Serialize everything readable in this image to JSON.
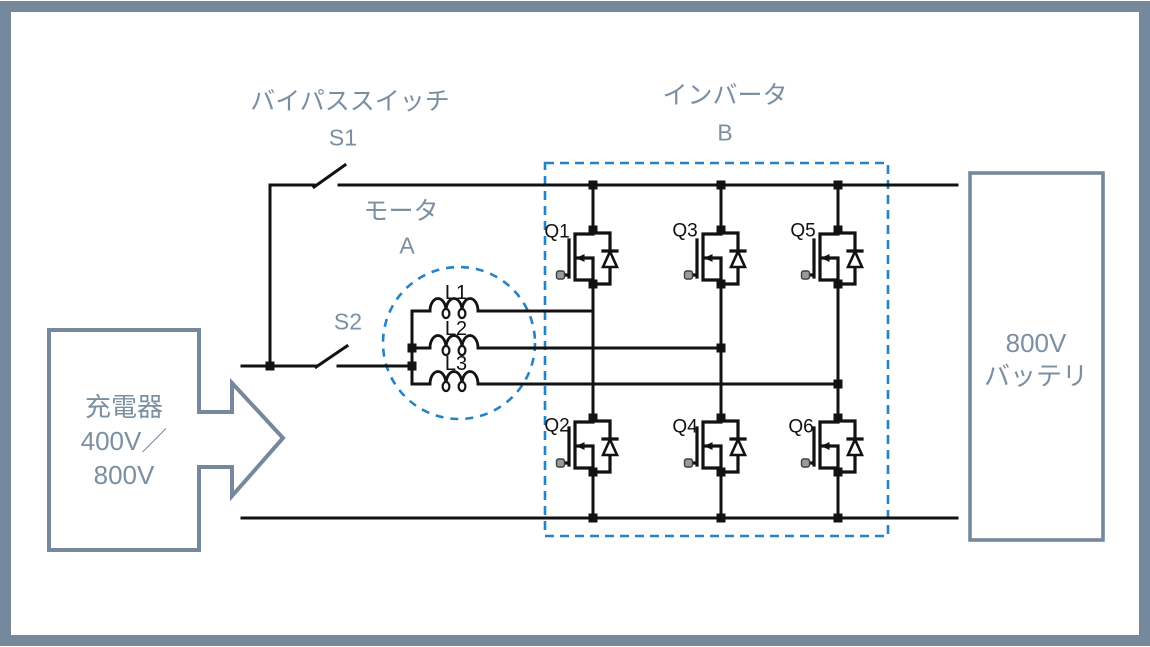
{
  "diagram": {
    "labels": {
      "bypass_switch": "バイパススイッチ",
      "s1": "S1",
      "s2": "S2",
      "motor": "モータ",
      "motor_id": "A",
      "inverter": "インバータ",
      "inverter_id": "B"
    },
    "charger": {
      "line1": "充電器",
      "line2": "400V／",
      "line3": "800V"
    },
    "battery": {
      "line1": "800V",
      "line2": "バッテリ"
    },
    "transistors": [
      "Q1",
      "Q2",
      "Q3",
      "Q4",
      "Q5",
      "Q6"
    ],
    "inductors": [
      "L1",
      "L2",
      "L3"
    ],
    "colors": {
      "wire": "#121212",
      "dashed_boundary_blue": "#2383c4",
      "slate_label": "#7b8fa2",
      "frame": "#76889b",
      "gate_terminal_gray": "#9b9b9b"
    }
  }
}
